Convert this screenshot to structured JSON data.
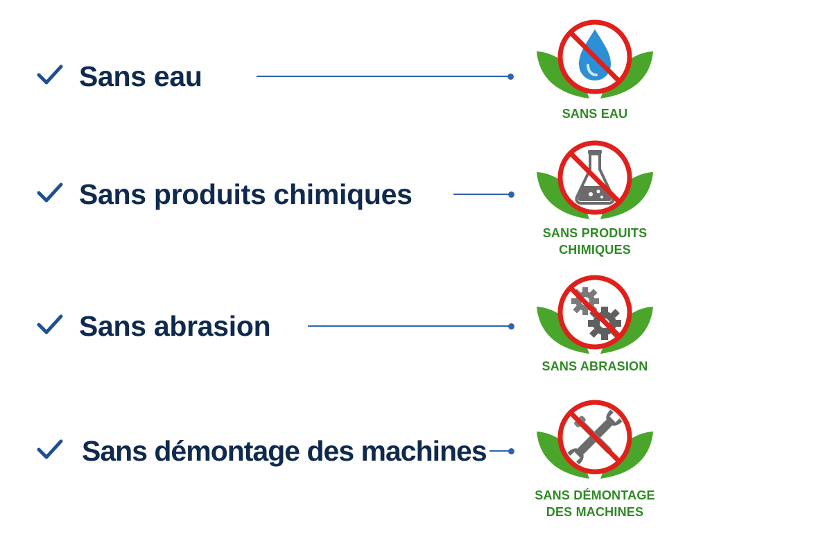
{
  "features": [
    {
      "label": "Sans eau",
      "icon": "water-drop-icon",
      "caption": [
        "SANS EAU"
      ]
    },
    {
      "label": "Sans produits chimiques",
      "icon": "flask-icon",
      "caption": [
        "SANS PRODUITS",
        "CHIMIQUES"
      ]
    },
    {
      "label": "Sans abrasion",
      "icon": "gears-icon",
      "caption": [
        "SANS ABRASION"
      ]
    },
    {
      "label": "Sans démontage des machines",
      "icon": "wrench-icon",
      "caption": [
        "SANS DÉMONTAGE",
        "DES MACHINES"
      ]
    }
  ],
  "colors": {
    "label_text": "#0f2a4d",
    "check": "#1f4f93",
    "connector": "#2f63b0",
    "prohibition_red": "#e0201b",
    "leaf_green": "#4aa52b",
    "caption_green": "#2e8a23"
  }
}
